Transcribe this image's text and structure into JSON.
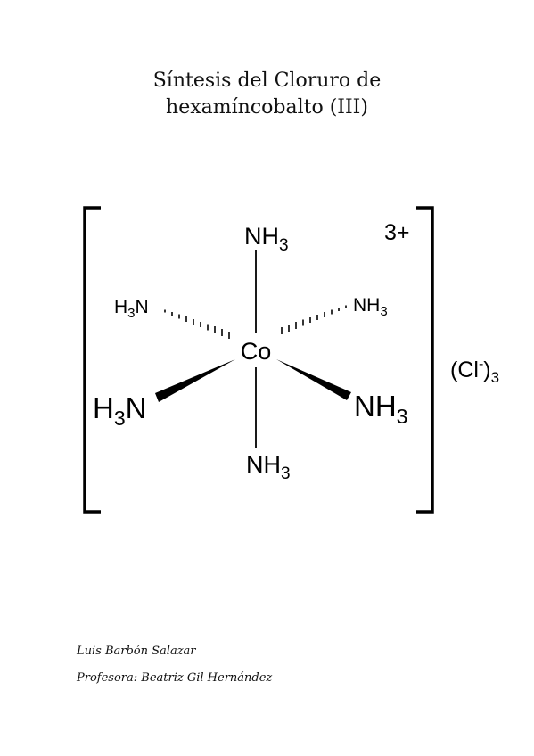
{
  "title": {
    "line1": "Síntesis del Cloruro de",
    "line2": "hexamíncobalto (III)"
  },
  "structure": {
    "center": "Co",
    "ammine_top": {
      "base": "NH",
      "sub": "3"
    },
    "ammine_bottom": {
      "base": "NH",
      "sub": "3"
    },
    "ammine_upper_left": {
      "pre": "H",
      "sub": "3",
      "post": "N"
    },
    "ammine_upper_right": {
      "base": "NH",
      "sub": "3"
    },
    "ammine_lower_left": {
      "pre": "H",
      "sub": "3",
      "post": "N"
    },
    "ammine_lower_right": {
      "base": "NH",
      "sub": "3"
    },
    "charge": "3+",
    "counterion": {
      "open": "(Cl",
      "sup": "-",
      "close": ")",
      "sub": "3"
    }
  },
  "authors": {
    "student": "Luis Barbón Salazar",
    "teacher": "Profesora: Beatriz Gil Hernández"
  }
}
